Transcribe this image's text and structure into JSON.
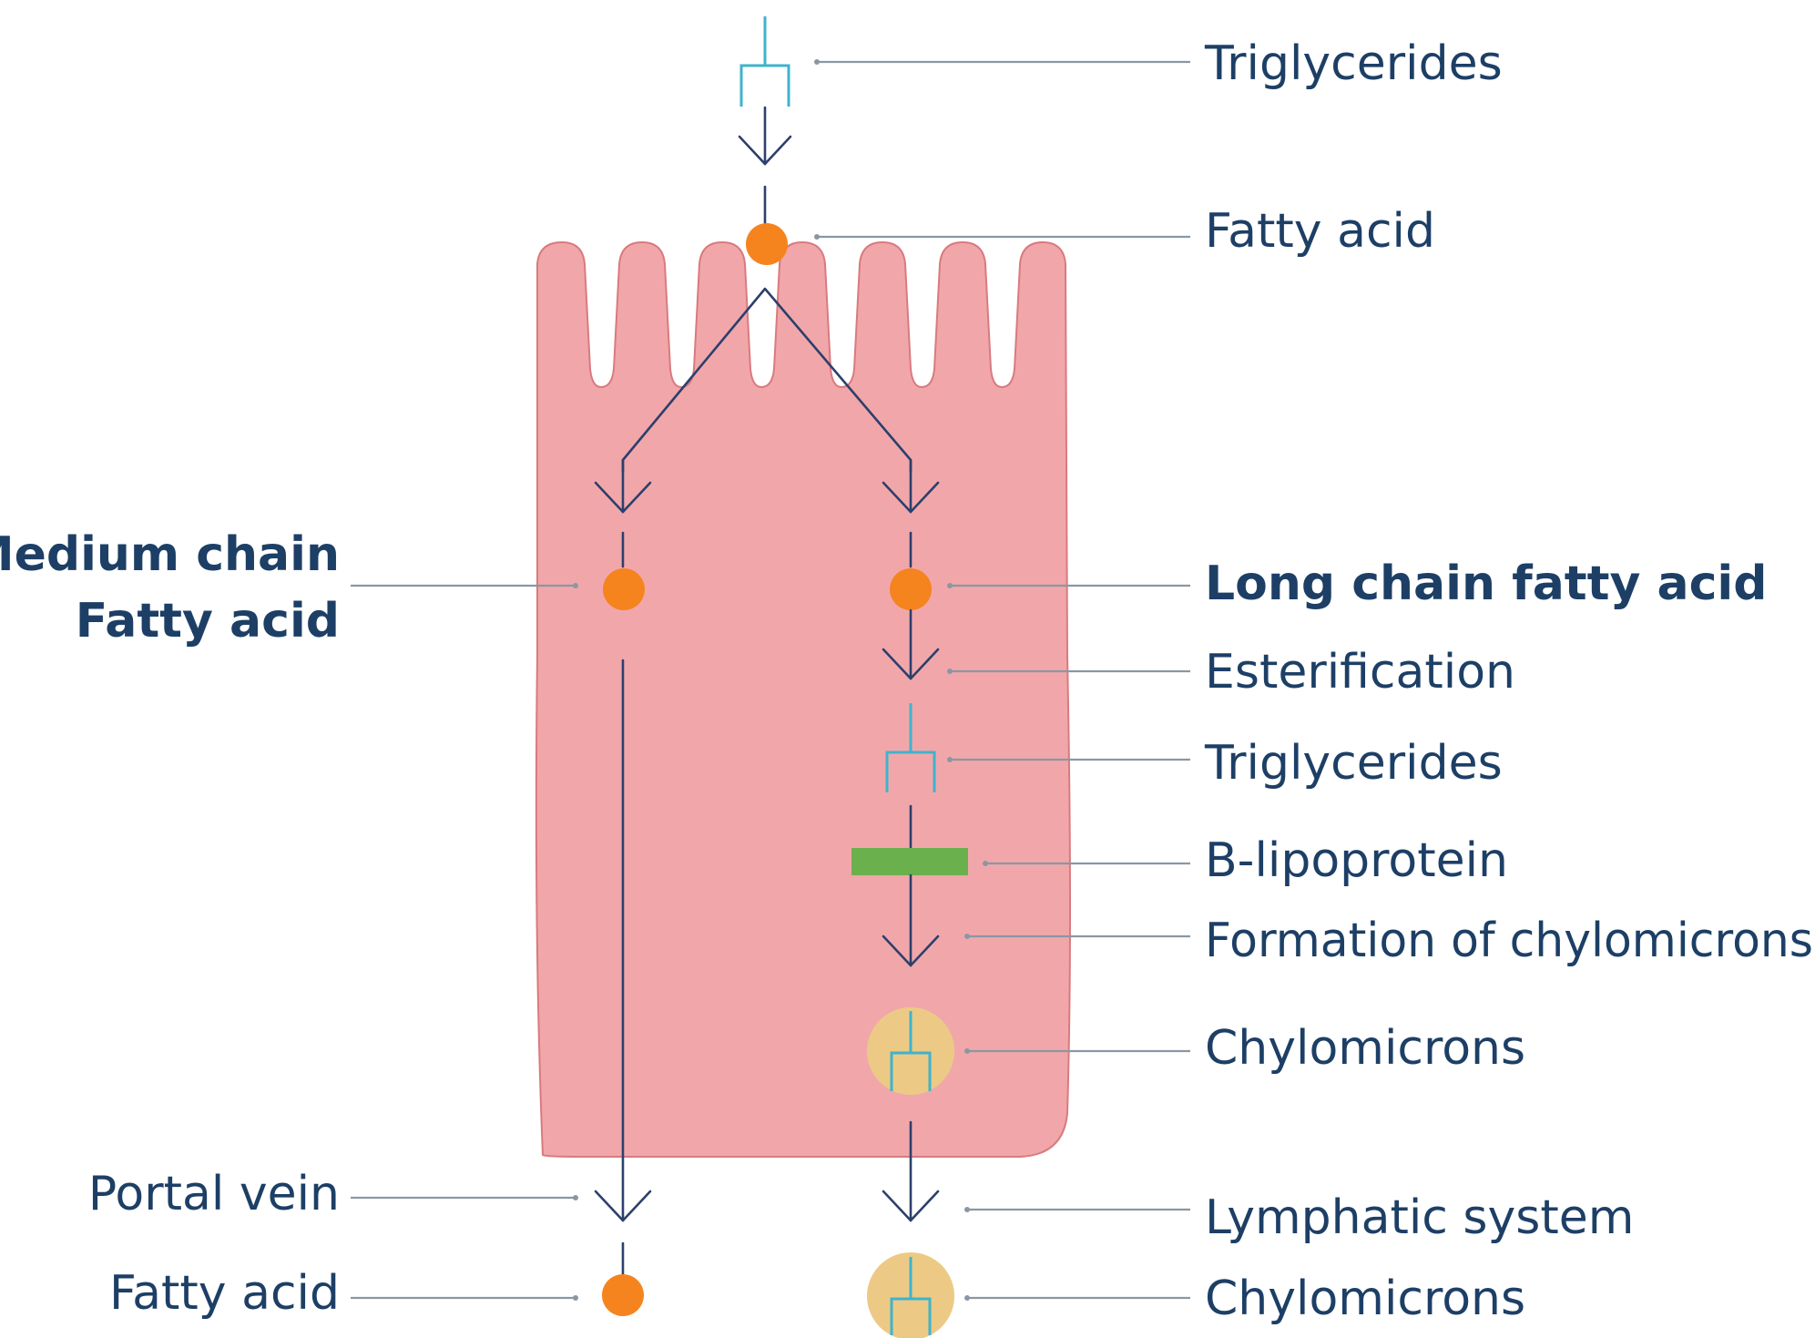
{
  "labels": {
    "triglycerides_top": "Triglycerides",
    "fatty_acid_top": "Fatty acid",
    "medium_chain_line1": "Medium chain",
    "medium_chain_line2": "Fatty acid",
    "long_chain": "Long chain fatty acid",
    "esterification": "Esterification",
    "triglycerides_mid": "Triglycerides",
    "b_lipoprotein": "B-lipoprotein",
    "formation_of_chylomicrons": "Formation of chylomicrons",
    "chylomicrons_inside": "Chylomicrons",
    "portal_vein": "Portal vein",
    "lymphatic_system": "Lymphatic system",
    "fatty_acid_bottom": "Fatty acid",
    "chylomicrons_bottom": "Chylomicrons"
  },
  "colors": {
    "cell_fill": "#f1a7aa",
    "cell_stroke": "#d97a7f",
    "fatty_acid": "#f5841f",
    "triglyceride": "#3fb3cc",
    "b_lipoprotein": "#6ab04c",
    "chylomicron": "#ecca85",
    "flow_arrow": "#2d3f6c",
    "label_text": "#1d3f66",
    "leader_line": "#8a97a3"
  },
  "icons": {
    "fatty_acid": "orange-circle",
    "triglyceride": "fork-glyph",
    "b_lipoprotein": "green-bar",
    "chylomicron": "tan-circle-with-fork"
  }
}
